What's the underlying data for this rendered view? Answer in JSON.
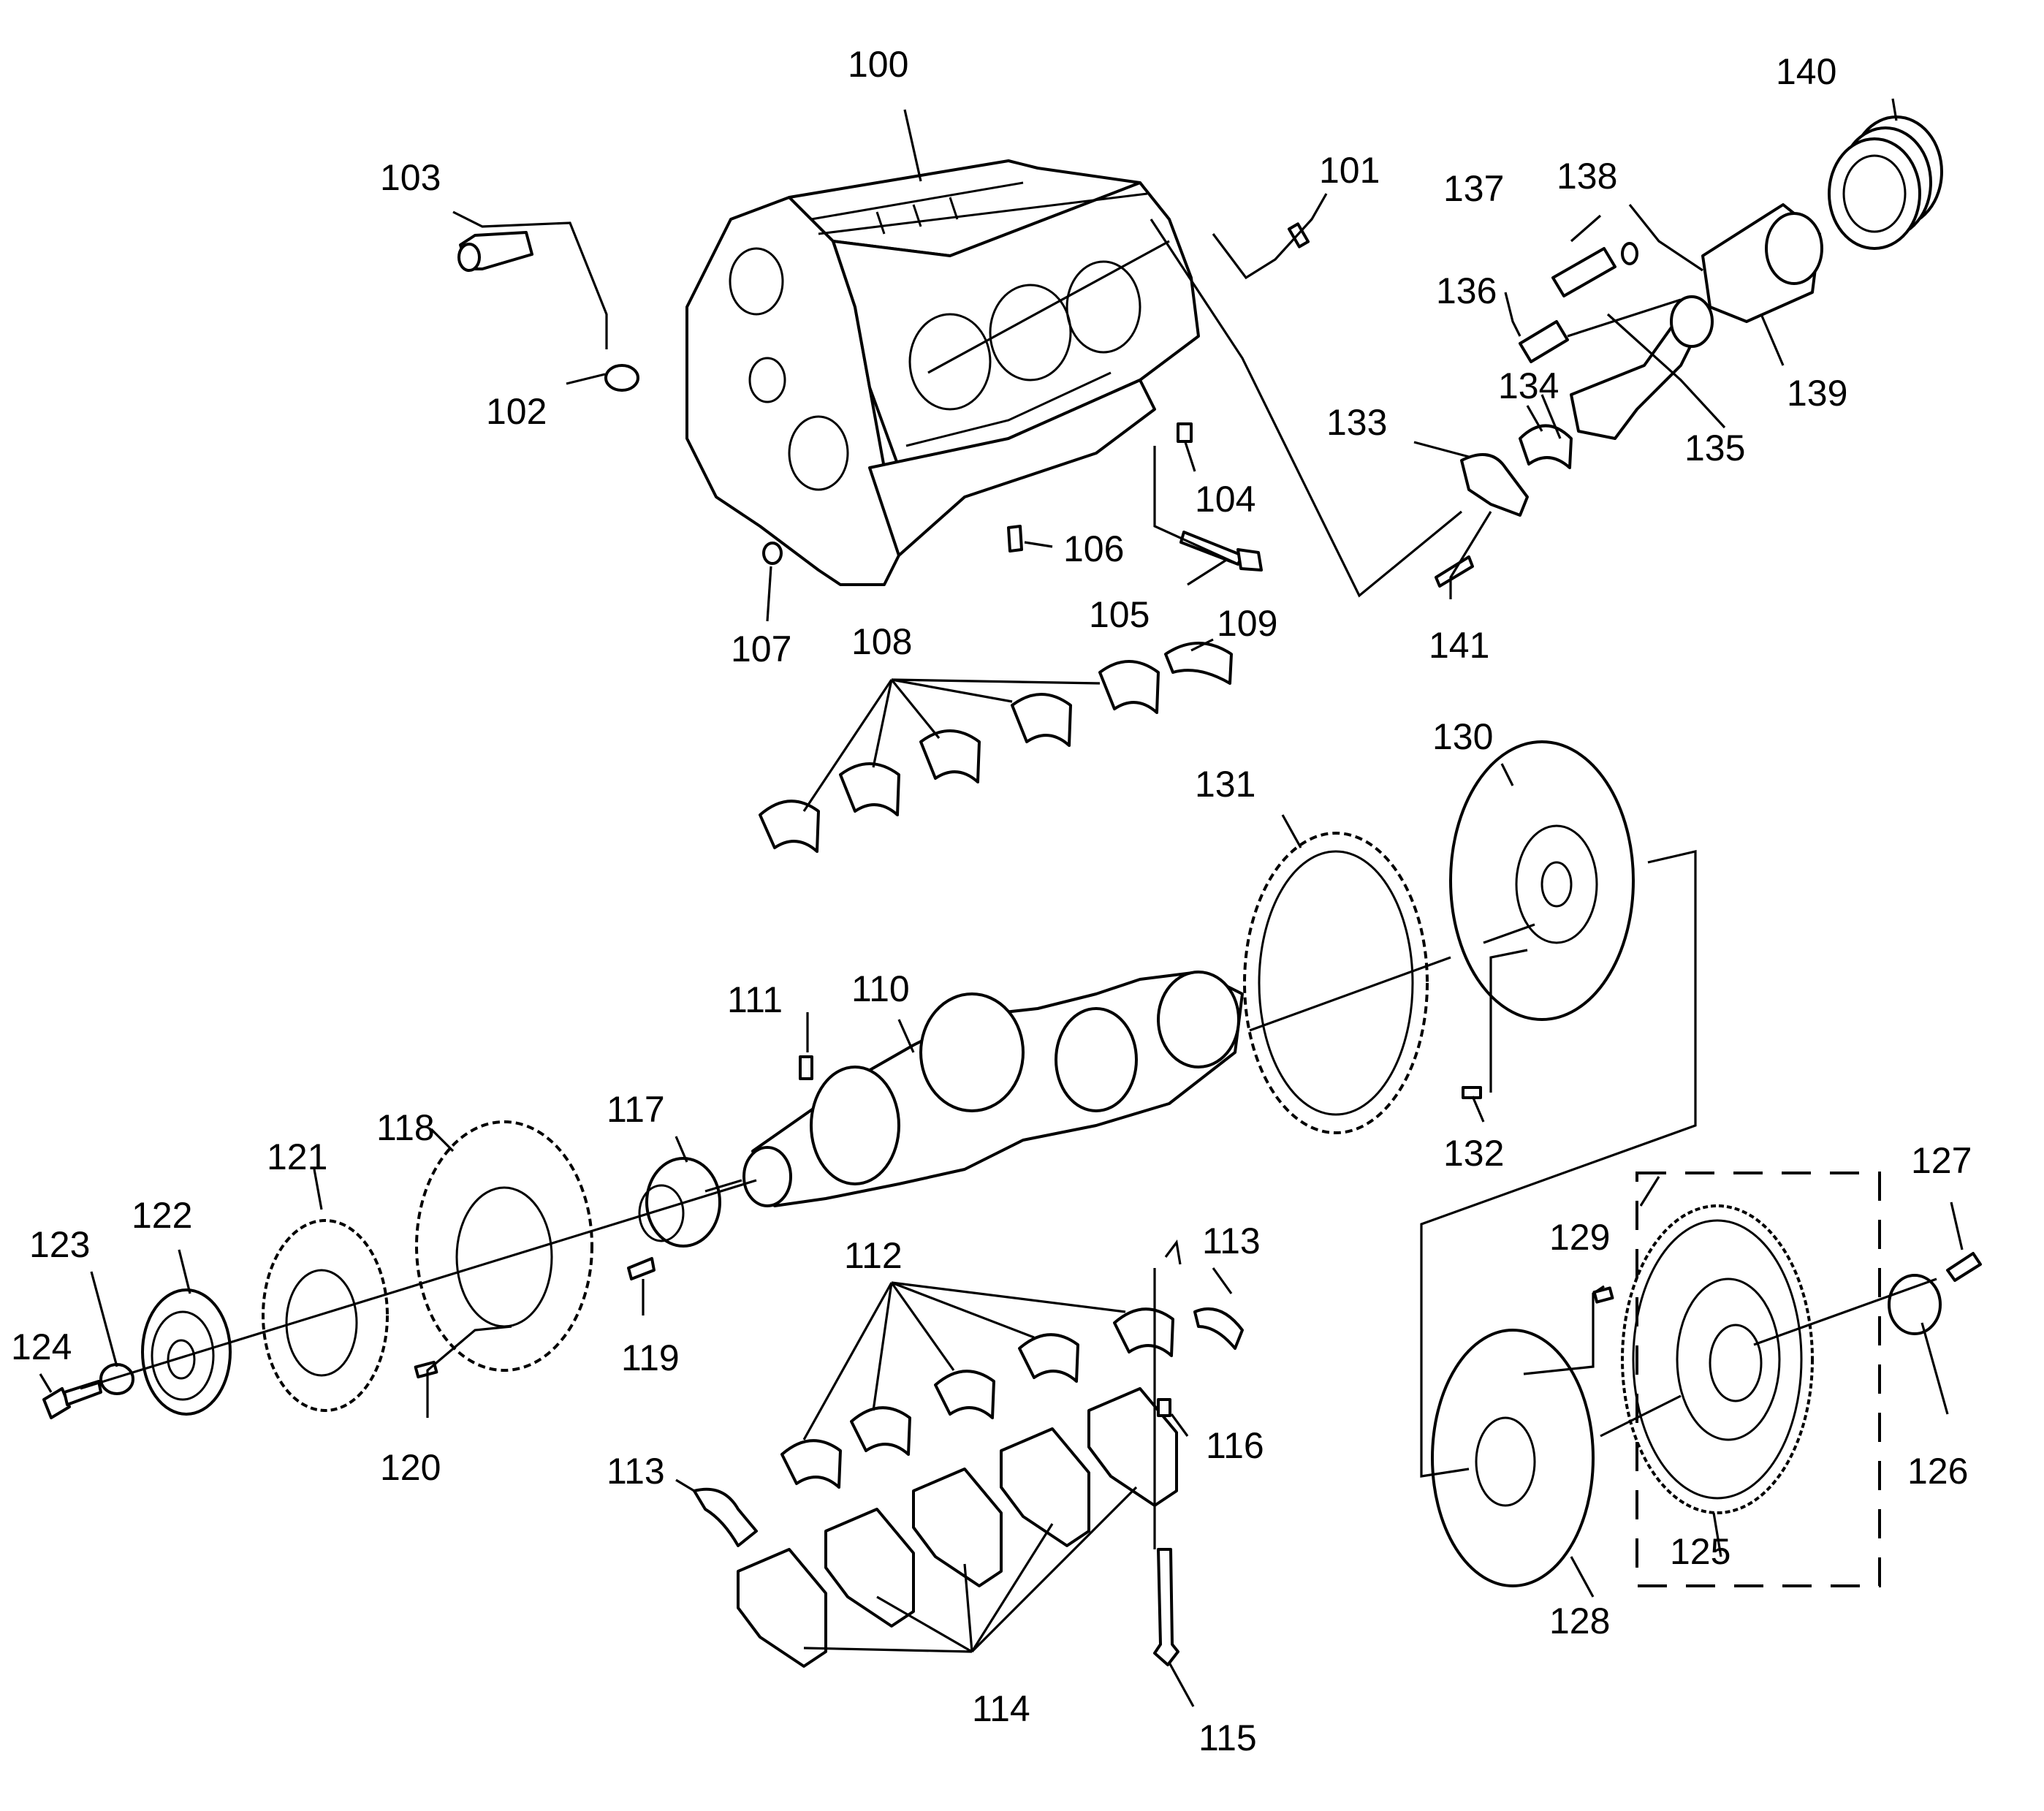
{
  "callouts": [
    "100",
    "101",
    "102",
    "103",
    "104",
    "105",
    "106",
    "107",
    "108",
    "109",
    "110",
    "111",
    "112",
    "113",
    "113",
    "114",
    "115",
    "116",
    "117",
    "118",
    "119",
    "120",
    "121",
    "122",
    "123",
    "124",
    "125",
    "126",
    "127",
    "128",
    "129",
    "130",
    "131",
    "132",
    "133",
    "134",
    "135",
    "136",
    "137",
    "138",
    "139",
    "140",
    "141"
  ]
}
